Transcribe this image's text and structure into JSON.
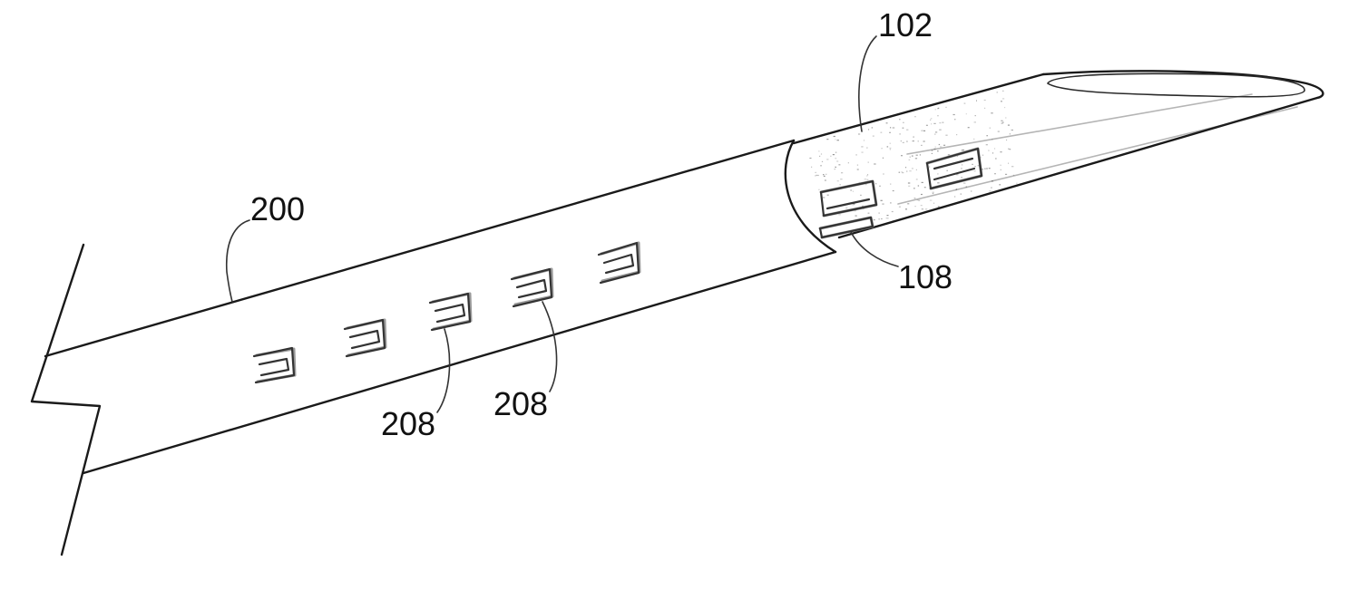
{
  "figure": {
    "labels": {
      "inner_tube": "102",
      "outer_sheath": "200",
      "inner_window": "108",
      "slot_a": "208",
      "slot_b": "208"
    }
  }
}
